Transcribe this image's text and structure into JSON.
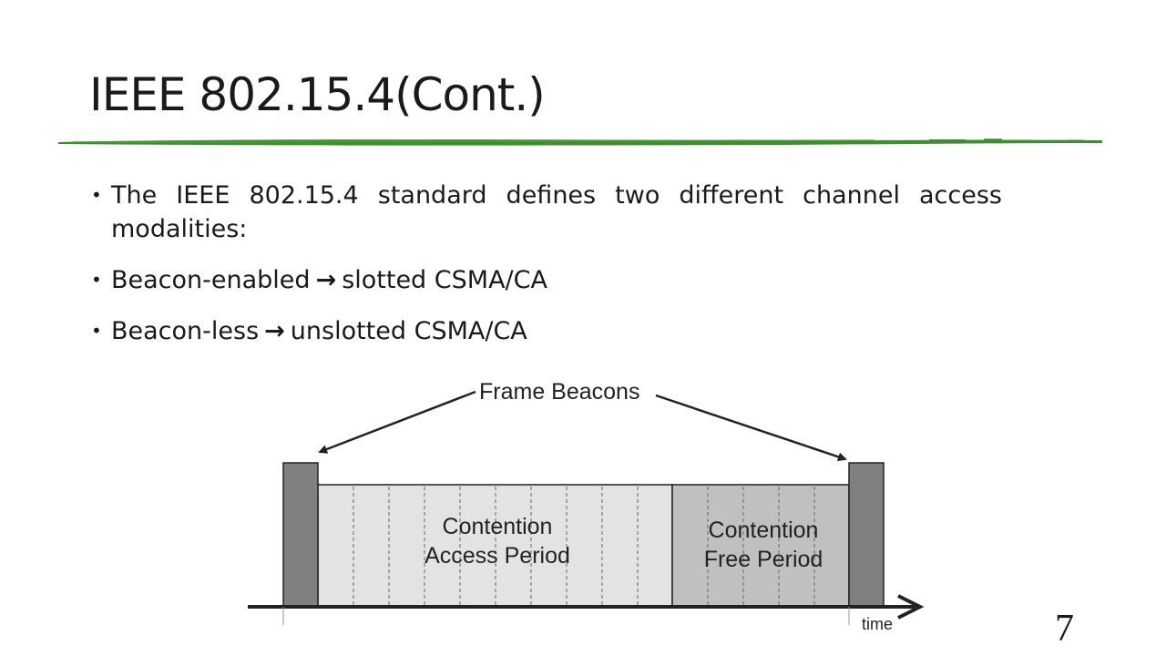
{
  "title": "IEEE 802.15.4(Cont.)",
  "bullets": [
    {
      "text": "The IEEE 802.15.4 standard defines two different channel access modalities:"
    },
    {
      "left": "Beacon-enabled",
      "arrow": "→",
      "right": "slotted CSMA/CA"
    },
    {
      "left": "Beacon-less",
      "arrow": "→",
      "right": "unslotted CSMA/CA"
    }
  ],
  "diagram": {
    "beacons_label": "Frame Beacons",
    "cap_line1": "Contention",
    "cap_line2": "Access Period",
    "cfp_line1": "Contention",
    "cfp_line2": "Free Period",
    "axis_label": "time",
    "colors": {
      "beacon": "#808080",
      "cap": "#e3e3e3",
      "cfp": "#c0c0c0",
      "outline": "#222222",
      "title_stroke": "#3b8f2e"
    }
  },
  "slide_number": "7"
}
